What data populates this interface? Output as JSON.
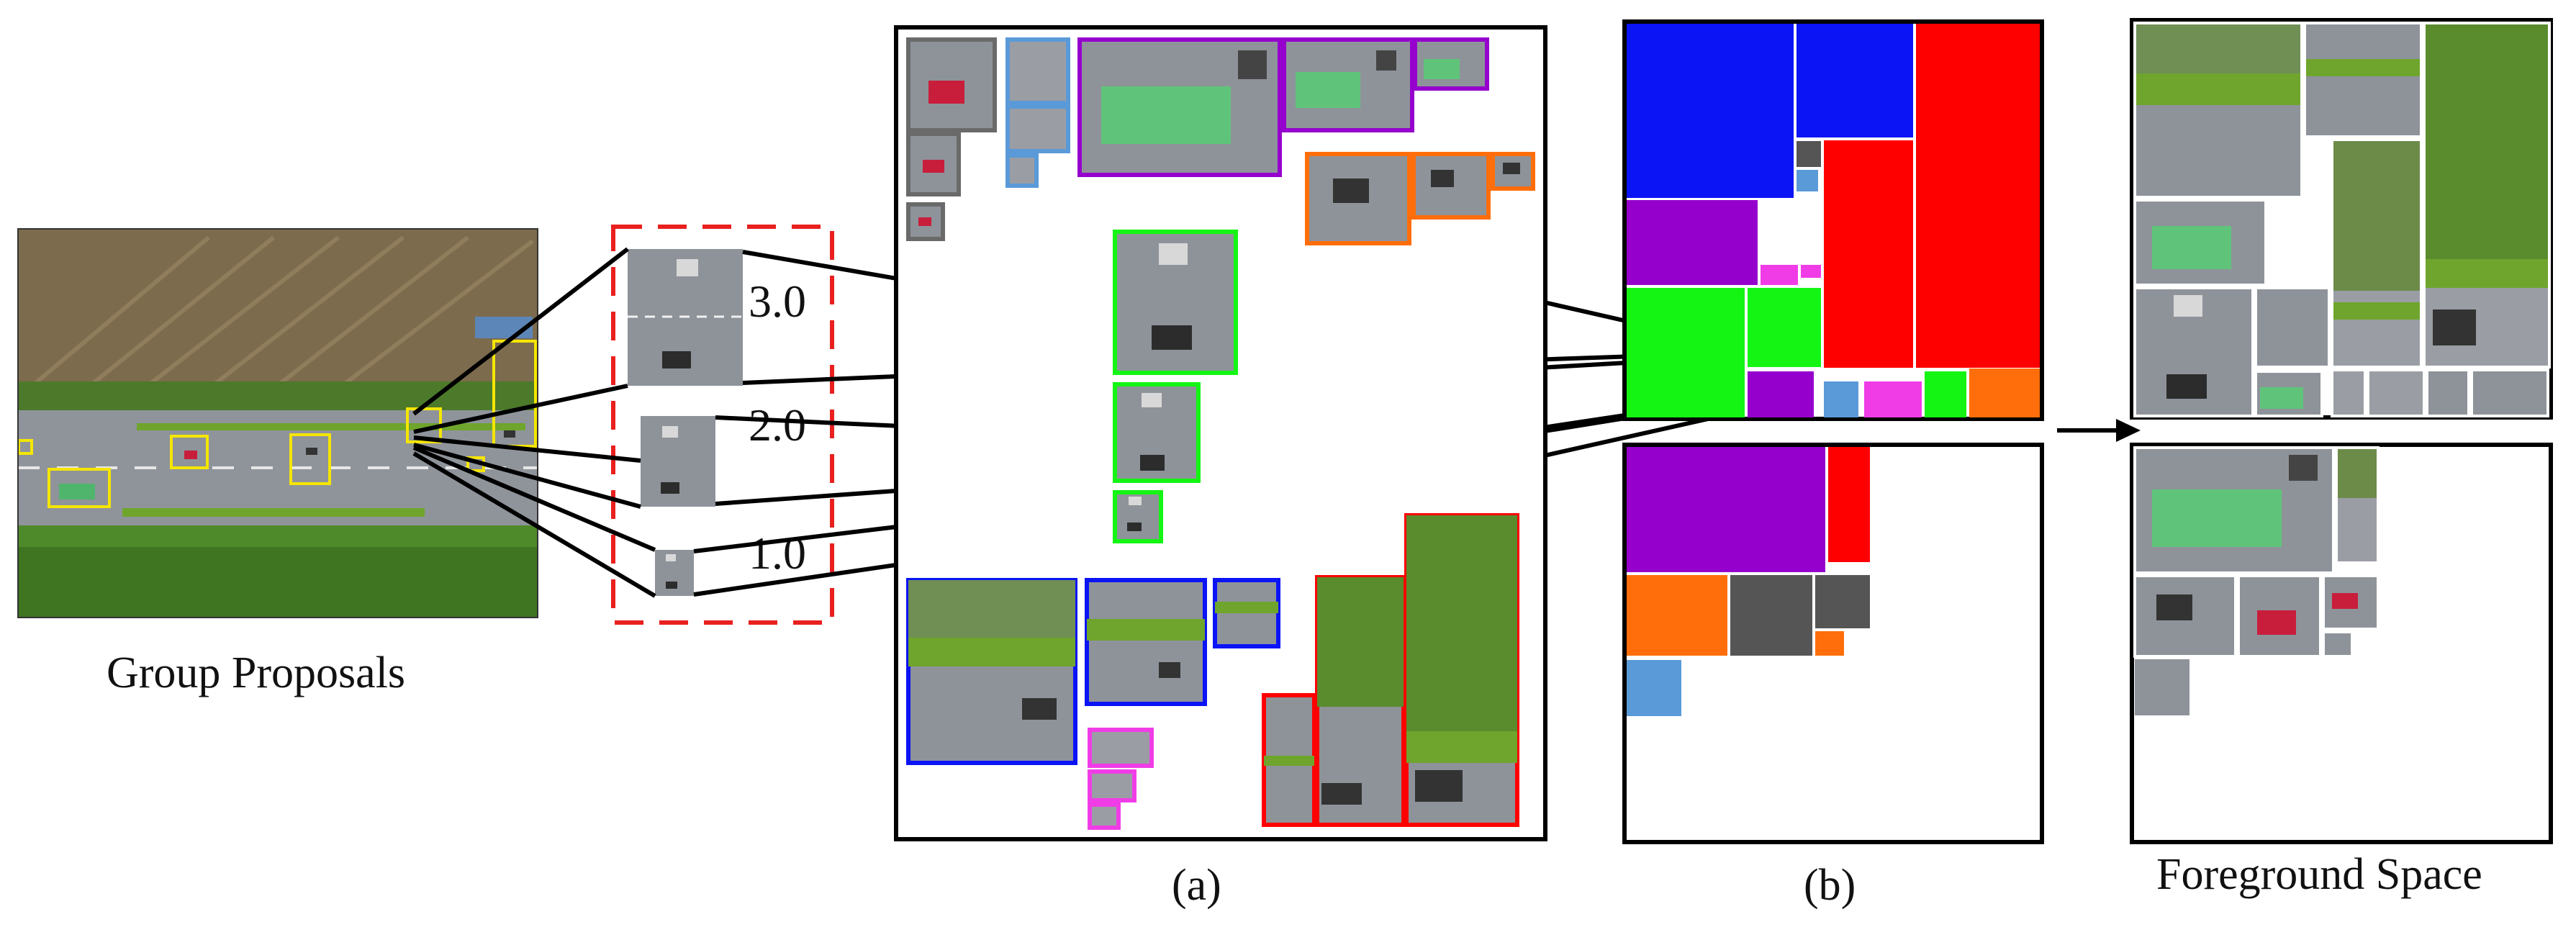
{
  "captions": {
    "group_proposals": "Group Proposals",
    "panel_a": "(a)",
    "panel_b": "(b)",
    "foreground_space": "Foreground Space"
  },
  "scales": [
    "3.0",
    "2.0",
    "1.0"
  ],
  "colors": {
    "proposal_box": "#f5e600",
    "scale_dashed": "#e8201e",
    "blue": "#0b14f5",
    "red": "#ff0000",
    "green": "#14f514",
    "purple": "#9600cd",
    "magenta": "#f03ce6",
    "orange": "#ff6e0a",
    "gray": "#555555",
    "light_blue": "#5a9ad8",
    "road": "#8e939a",
    "field": "#7a6a4e",
    "vegetation": "#5a8c2e",
    "bus": "#5fc47a"
  }
}
